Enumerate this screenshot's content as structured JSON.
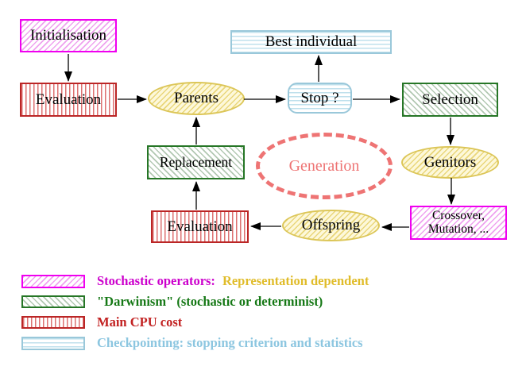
{
  "diagram": {
    "nodes": {
      "initialisation": {
        "label": "Initialisation"
      },
      "evaluation_top": {
        "label": "Evaluation"
      },
      "parents": {
        "label": "Parents"
      },
      "best_individual": {
        "label": "Best individual"
      },
      "stop": {
        "label": "Stop ?"
      },
      "selection": {
        "label": "Selection"
      },
      "genitors": {
        "label": "Genitors"
      },
      "crossover_mutation": {
        "line1": "Crossover,",
        "line2": "Mutation, ..."
      },
      "offspring": {
        "label": "Offspring"
      },
      "evaluation_bottom": {
        "label": "Evaluation"
      },
      "replacement": {
        "label": "Replacement"
      },
      "generation": {
        "label": "Generation"
      }
    },
    "edges": [
      {
        "from": "initialisation",
        "to": "evaluation_top"
      },
      {
        "from": "evaluation_top",
        "to": "parents"
      },
      {
        "from": "parents",
        "to": "stop"
      },
      {
        "from": "stop",
        "to": "best_individual"
      },
      {
        "from": "stop",
        "to": "selection"
      },
      {
        "from": "selection",
        "to": "genitors"
      },
      {
        "from": "genitors",
        "to": "crossover_mutation"
      },
      {
        "from": "crossover_mutation",
        "to": "offspring"
      },
      {
        "from": "offspring",
        "to": "evaluation_bottom"
      },
      {
        "from": "evaluation_bottom",
        "to": "replacement"
      },
      {
        "from": "replacement",
        "to": "parents"
      }
    ],
    "colors": {
      "magenta_border": "#f000f0",
      "magenta_text": "#cc00cc",
      "representation_yellow": "#e0bc2a",
      "darwinism_green": "#157815",
      "cpu_red": "#c22222",
      "checkpoint_cyan": "#8cc6e0",
      "yellow_node_border": "#dcc658",
      "generation_salmon": "#ee7474",
      "arrow_black": "#000000"
    },
    "legend": {
      "rows": [
        {
          "swatch": "magenta-diagonal-hatch",
          "runs": [
            {
              "text": "Stochastic operators:"
            },
            {
              "text": "Representation dependent"
            }
          ]
        },
        {
          "swatch": "green-diagonal-hatch",
          "runs": [
            {
              "text": "\"Darwinism\" (stochastic or determinist)"
            }
          ]
        },
        {
          "swatch": "red-vertical-stripes",
          "runs": [
            {
              "text": "Main CPU cost"
            }
          ]
        },
        {
          "swatch": "cyan-horizontal-stripes",
          "runs": [
            {
              "text": "Checkpointing: stopping criterion and statistics"
            }
          ]
        }
      ]
    }
  }
}
